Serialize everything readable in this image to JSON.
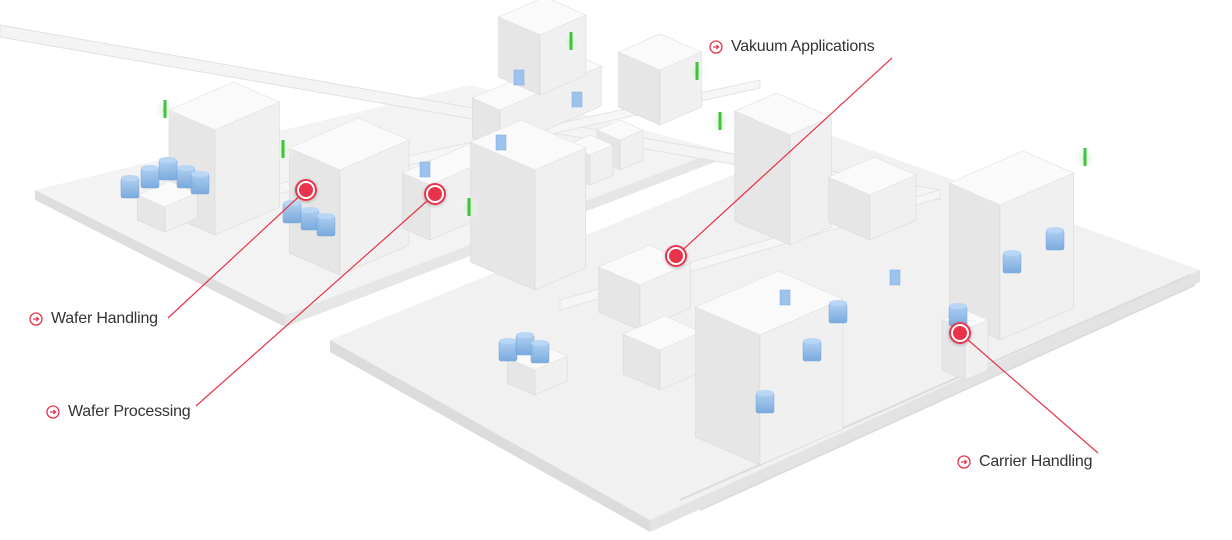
{
  "colors": {
    "accent": "#e8334a",
    "carrier_blue": "#8fb9e6",
    "status_green": "#3cc43c",
    "floor": "#f1f1f1",
    "machine": "#f5f5f5",
    "text": "#333333"
  },
  "hotspots": [
    {
      "id": "wafer-handling",
      "label": "Wafer Handling",
      "icon": "circle-arrow-right-icon"
    },
    {
      "id": "wafer-processing",
      "label": "Wafer Processing",
      "icon": "circle-arrow-right-icon"
    },
    {
      "id": "vakuum-applications",
      "label": "Vakuum Applications",
      "icon": "circle-arrow-right-icon"
    },
    {
      "id": "carrier-handling",
      "label": "Carrier Handling",
      "icon": "circle-arrow-right-icon"
    }
  ]
}
